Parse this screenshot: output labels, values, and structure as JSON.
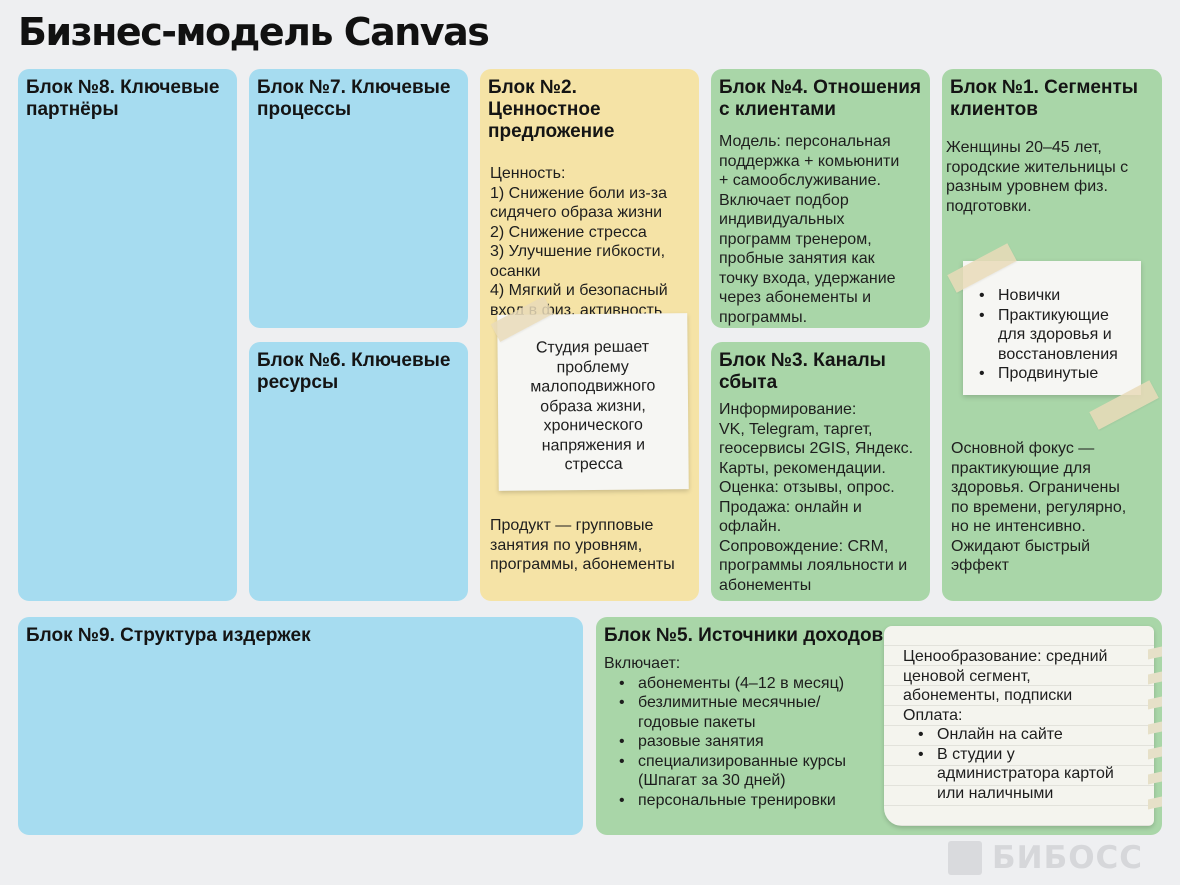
{
  "title": "Бизнес-модель Canvas",
  "blocks": {
    "b8": {
      "heading": "Блок №8. Ключевые партнёры"
    },
    "b7": {
      "heading": "Блок №7. Ключевые процессы"
    },
    "b6": {
      "heading": "Блок №6. Ключевые ресурсы"
    },
    "b2": {
      "heading": "Блок №2. Ценностное предложение",
      "value_lines": [
        "Ценность:",
        "1) Снижение боли из-за",
        "сидячего образа жизни",
        "2) Снижение стресса",
        "3) Улучшение гибкости,",
        "осанки",
        "4) Мягкий и безопасный",
        "вход в физ. активность"
      ],
      "note_lines": [
        "Студия решает",
        "проблему",
        "малоподвижного",
        "образа жизни,",
        "хронического",
        "напряжения и",
        "стресса"
      ],
      "product_lines": [
        "Продукт — групповые",
        "занятия по уровням,",
        "программы, абонементы"
      ]
    },
    "b4": {
      "heading": "Блок №4. Отношения с клиентами",
      "lines": [
        "Модель: персональная",
        "поддержка + комьюнити",
        "+ самообслуживание.",
        "Включает подбор",
        "индивидуальных",
        "программ тренером,",
        "пробные занятия как",
        "точку входа, удержание",
        "через абонементы и",
        "программы."
      ]
    },
    "b3": {
      "heading": "Блок №3. Каналы сбыта",
      "lines": [
        "Информирование:",
        "VK, Telegram, таргет,",
        "геосервисы 2GIS, Яндекс.",
        "Карты, рекомендации.",
        "Оценка: отзывы, опрос.",
        "Продажа: онлайн и",
        "офлайн.",
        "Сопровождение: CRM,",
        "программы лояльности и",
        "абонементы"
      ]
    },
    "b1": {
      "heading": "Блок №1. Сегменты клиентов",
      "intro_lines": [
        "Женщины 20–45 лет,",
        "городские жительницы с",
        "разным уровнем физ.",
        "подготовки."
      ],
      "segments": [
        "Новички",
        "Практикующие для здоровья и восстановления",
        "Продвинутые"
      ],
      "focus_lines": [
        "Основной фокус —",
        "практикующие для",
        "здоровья. Ограничены",
        "по времени, регулярно,",
        "но не интенсивно.",
        "Ожидают быстрый",
        "эффект"
      ]
    },
    "b9": {
      "heading": "Блок №9. Структура издержек"
    },
    "b5": {
      "heading": "Блок №5. Источники доходов",
      "intro": "Включает:",
      "items": [
        "абонементы (4–12 в месяц)",
        "безлимитные месячные/ годовые пакеты",
        "разовые занятия",
        "специализированные курсы (Шпагат за 30 дней)",
        "персональные тренировки"
      ],
      "pricing_lines": [
        "Ценообразование: средний",
        "ценовой сегмент,",
        "абонементы, подписки",
        "Оплата:"
      ],
      "payment": [
        "Онлайн на сайте",
        "В студии у администратора картой или наличными"
      ]
    }
  },
  "logo": "БИБОСС",
  "colors": {
    "blue": "#a6dcf0",
    "yellow": "#f5e3a6",
    "green": "#a9d6a8",
    "background": "#eeeff1"
  }
}
